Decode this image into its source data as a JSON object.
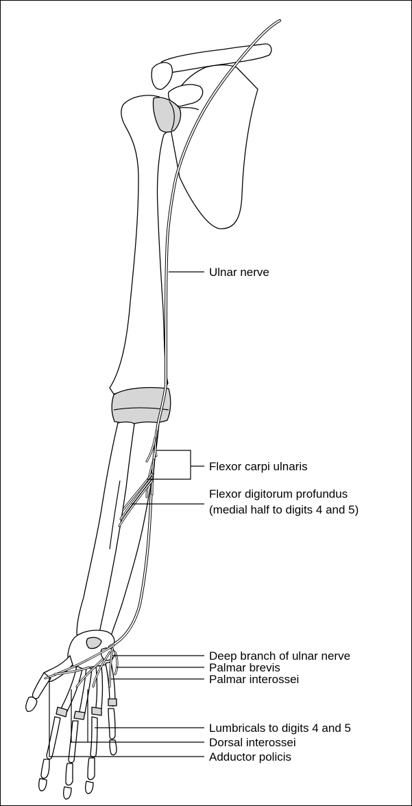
{
  "labels": {
    "ulnar_nerve": "Ulnar nerve",
    "flexor_carpi_ulnaris": "Flexor carpi ulnaris",
    "flexor_digitorum_profundus_line1": "Flexor digitorum profundus",
    "flexor_digitorum_profundus_line2": "(medial half to digits 4 and 5)",
    "deep_branch": "Deep branch of ulnar nerve",
    "palmar_brevis": "Palmar brevis",
    "palmar_interossei": "Palmar interossei",
    "lumbricals": "Lumbricals to digits 4 and 5",
    "dorsal_interossei": "Dorsal interossei",
    "adductor_policis": "Adductor policis"
  },
  "colors": {
    "outline": "#000000",
    "cartilage": "#d6d6d6",
    "background": "#ffffff"
  }
}
